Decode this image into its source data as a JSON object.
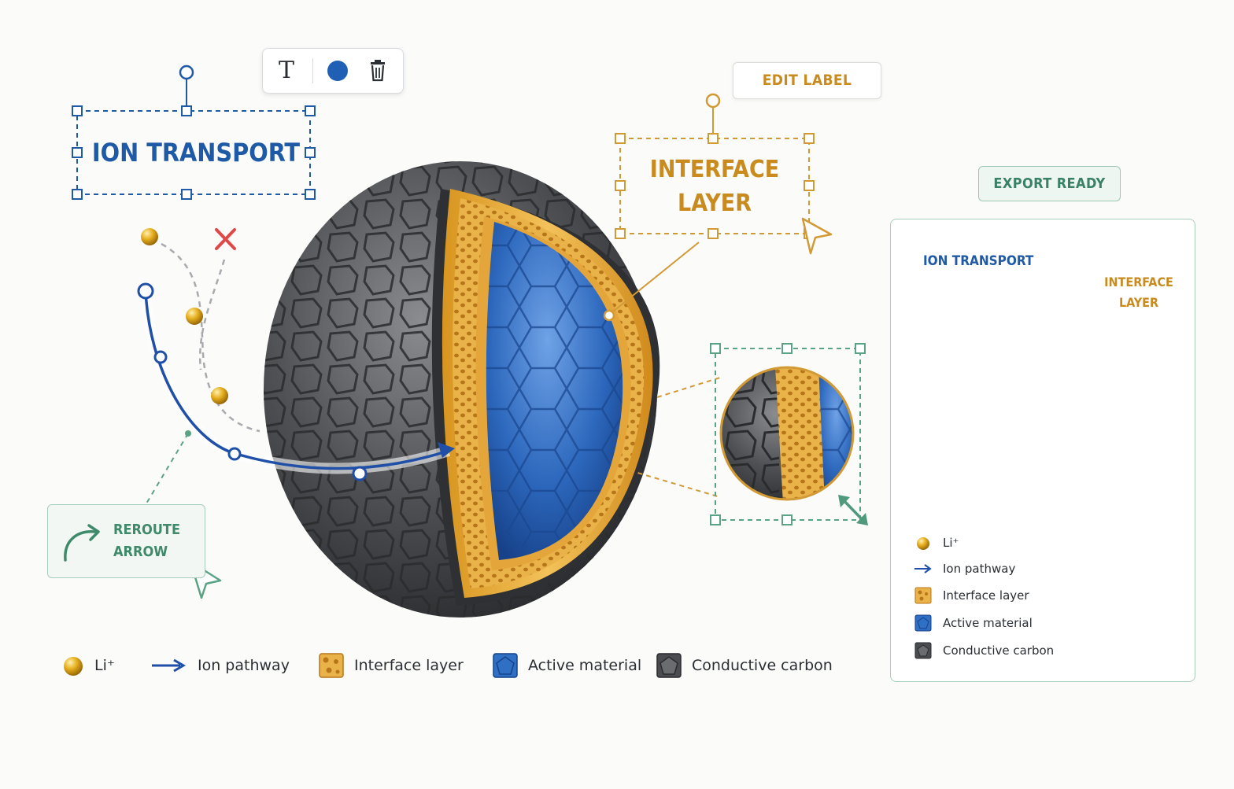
{
  "toolbar": {
    "text_tool_glyph": "T",
    "icons": [
      "text-tool-icon",
      "color-swatch-icon",
      "trash-icon"
    ],
    "swatch_color": "#1f5fb4"
  },
  "labels": {
    "ion_transport": "ION TRANSPORT",
    "interface_layer_line1": "INTERFACE",
    "interface_layer_line2": "LAYER"
  },
  "buttons": {
    "edit_label": "EDIT LABEL",
    "export_ready": "EXPORT READY",
    "reroute_line1": "REROUTE",
    "reroute_line2": "ARROW"
  },
  "legend": [
    {
      "icon": "li-ion-icon",
      "label": "Li⁺"
    },
    {
      "icon": "ion-pathway-arrow-icon",
      "label": "Ion pathway"
    },
    {
      "icon": "interface-layer-swatch-icon",
      "label": "Interface layer"
    },
    {
      "icon": "active-material-swatch-icon",
      "label": "Active material"
    },
    {
      "icon": "conductive-carbon-swatch-icon",
      "label": "Conductive carbon"
    }
  ],
  "preview_panel": {
    "ion_transport": "ION TRANSPORT",
    "interface_line1": "INTERFACE",
    "interface_line2": "LAYER",
    "legend": [
      {
        "icon": "li-ion-icon",
        "label": "Li⁺"
      },
      {
        "icon": "ion-pathway-arrow-icon",
        "label": "Ion pathway"
      },
      {
        "icon": "interface-layer-swatch-icon",
        "label": "Interface layer"
      },
      {
        "icon": "active-material-swatch-icon",
        "label": "Active material"
      },
      {
        "icon": "conductive-carbon-swatch-icon",
        "label": "Conductive carbon"
      }
    ]
  },
  "colors": {
    "selection_blue": "#1f5aa6",
    "selection_orange": "#c98a1e",
    "selection_green": "#3f8a6a",
    "carbon": "#4a4c50",
    "interface": "#e3a83a",
    "active": "#2f6fc4",
    "ion": "#e0a91a",
    "reject_red": "#e04848"
  }
}
